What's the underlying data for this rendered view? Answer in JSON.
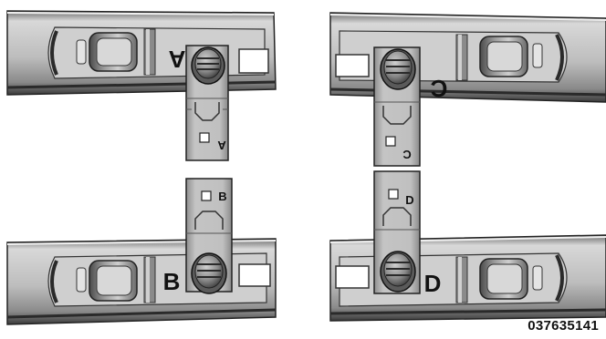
{
  "figure": {
    "rails": [
      {
        "id": "A",
        "letter": "A",
        "clip_label": "A",
        "letter_orientation": "inverted"
      },
      {
        "id": "C",
        "letter": "C",
        "clip_label": "C",
        "letter_orientation": "inverted"
      },
      {
        "id": "B",
        "letter": "B",
        "clip_label": "B",
        "letter_orientation": "upright"
      },
      {
        "id": "D",
        "letter": "D",
        "clip_label": "D",
        "letter_orientation": "upright"
      }
    ],
    "figure_number": "037635141"
  },
  "colors": {
    "rail_light": "#d4d4d4",
    "rail_mid": "#9a9a9a",
    "rail_dark": "#3a3a3a",
    "clip_fill": "#bdbdbd",
    "screw_fill": "#8a8a8a",
    "ink": "#111111"
  }
}
